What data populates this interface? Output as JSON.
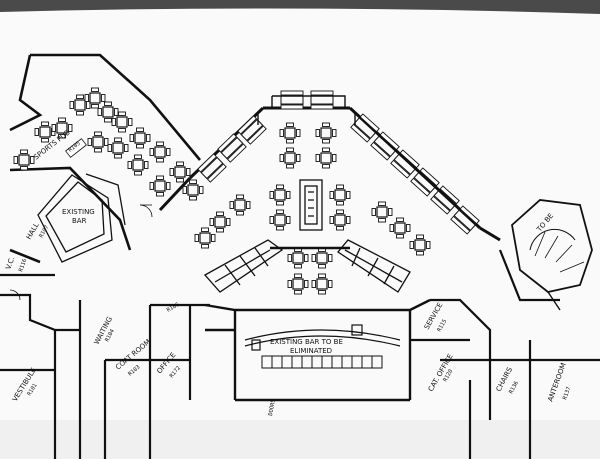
{
  "labels": {
    "sports_pub": "SPORTS PUB",
    "sports_pub_tag": "R105",
    "existing_bar": "EXISTING",
    "existing_bar_2": "BAR",
    "hall": "HALL",
    "hall_tag": "R107",
    "vc": "V.C.",
    "vc_tag": "R116",
    "waiting": "WAITING",
    "waiting_tag": "R104",
    "coat_room": "COAT ROOM",
    "coat_room_tag": "R103",
    "office": "OFFICE",
    "office_tag": "R172",
    "vestibule": "VESTIBULE",
    "vestibule_tag": "R101",
    "bar_note": "EXISTING BAR TO BE",
    "bar_note_2": "ELIMINATED",
    "service": "SERVICE",
    "service_tag": "R115",
    "cat_office": "CAT. OFFICE",
    "cat_office_tag": "R120",
    "chairs": "CHAIRS",
    "chairs_tag": "R136",
    "anteroom": "ANTEROOM",
    "anteroom_tag": "R137",
    "storage_tag": "R106",
    "stair_label": "TO BE",
    "corner_note": "DOORS"
  },
  "colors": {
    "ink": "#111111",
    "paper": "#fafafa"
  }
}
